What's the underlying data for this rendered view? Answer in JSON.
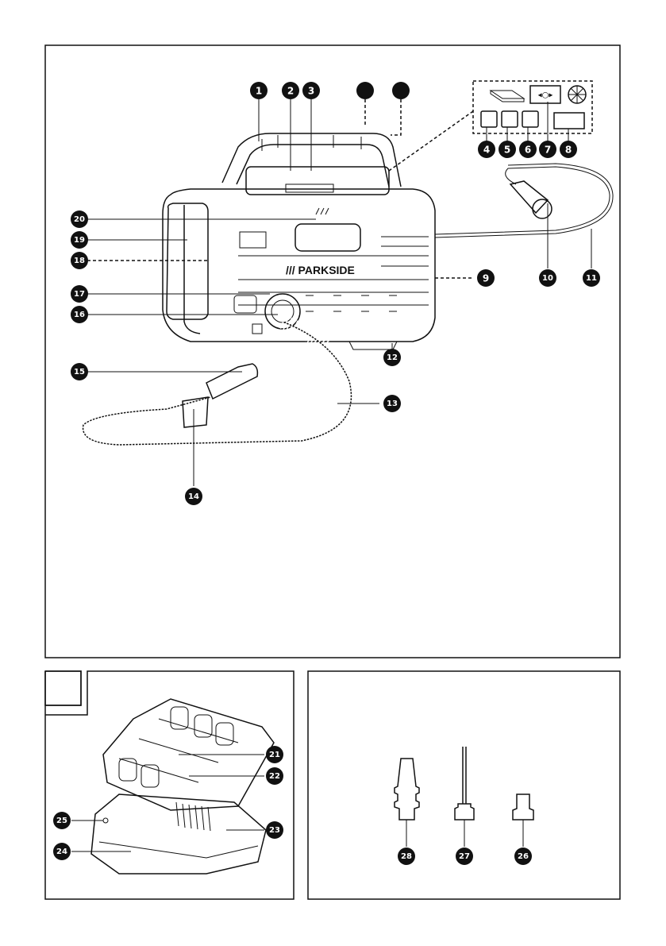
{
  "figure": {
    "brand_label": "/// PARKSIDE",
    "callouts": [
      "1",
      "2",
      "3",
      "4",
      "5",
      "6",
      "7",
      "8",
      "9",
      "10",
      "11",
      "12",
      "13",
      "14",
      "15",
      "16",
      "17",
      "18",
      "19",
      "20",
      "21",
      "22",
      "23",
      "24",
      "25",
      "26",
      "27",
      "28"
    ],
    "unlabeled_circles": 2
  }
}
